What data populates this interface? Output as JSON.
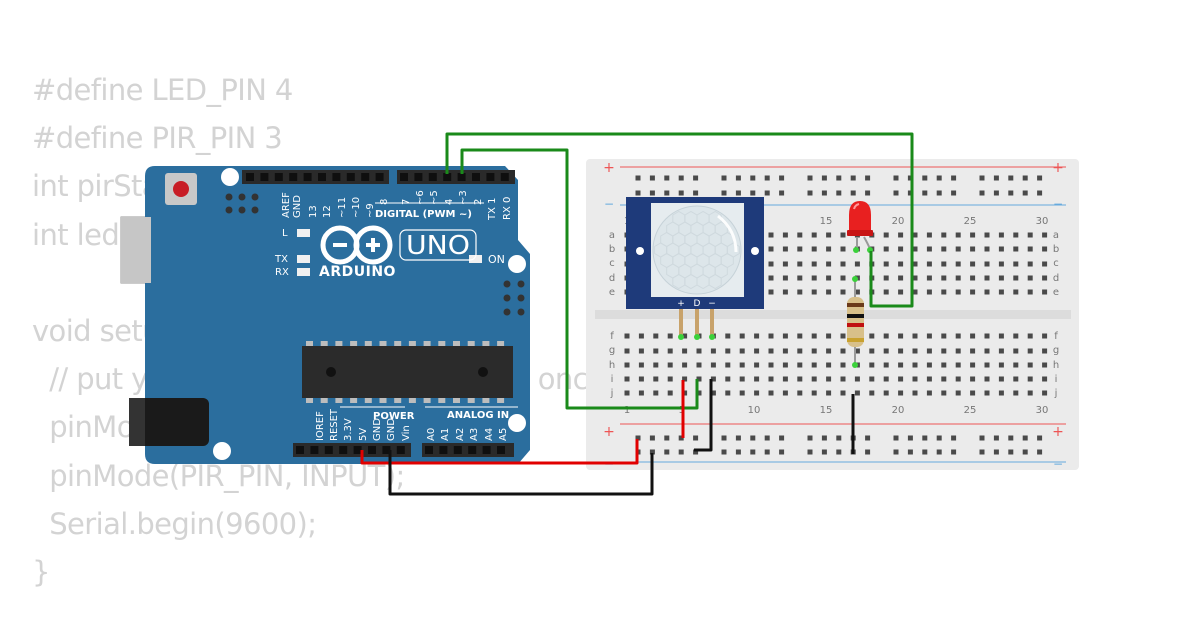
{
  "code": [
    "#define LED_PIN 4",
    "#define PIR_PIN 3",
    "int pirState = LOW;",
    "int ledState = LOW;",
    "",
    "void setup() {",
    "  // put your setup code here, to run once:",
    "  pinMode(LED_PIN, OUTPUT);",
    "  pinMode(PIR_PIN, INPUT);",
    "  Serial.begin(9600);",
    "}"
  ],
  "arduino": {
    "brand": "ARDUINO",
    "model": "UNO",
    "digital_label": "DIGITAL (PWM ~)",
    "power_label": "POWER",
    "analog_label": "ANALOG IN",
    "on_label": "ON",
    "l_label": "L",
    "tx_label": "TX",
    "rx_label": "RX",
    "top_pins": [
      "AREF",
      "GND",
      "13",
      "12",
      "~11",
      "~10",
      "~9",
      "8",
      "7",
      "~6",
      "~5",
      "4",
      "~3",
      "2",
      "TX 1",
      "RX 0"
    ],
    "power_pins": [
      "IOREF",
      "RESET",
      "3.3V",
      "5V",
      "GND",
      "GND",
      "Vin"
    ],
    "analog_pins": [
      "A0",
      "A1",
      "A2",
      "A3",
      "A4",
      "A5"
    ]
  },
  "breadboard": {
    "row_letters_top": [
      "a",
      "b",
      "c",
      "d",
      "e"
    ],
    "row_letters_bottom": [
      "f",
      "g",
      "h",
      "i",
      "j"
    ],
    "col_numbers": [
      "1",
      "5",
      "10",
      "15",
      "20",
      "25",
      "30"
    ],
    "rail_plus": "+",
    "rail_minus": "−"
  },
  "pir_sensor": {
    "pin_labels": [
      "+",
      "D",
      "−"
    ]
  },
  "colors": {
    "board": "#2b6e9e",
    "breadboard": "#ebebeb",
    "wire_green": "#1a8a1a",
    "wire_red": "#e10000",
    "wire_black": "#111111",
    "led": "#e82020",
    "pir_frame": "#1e3a7a"
  }
}
